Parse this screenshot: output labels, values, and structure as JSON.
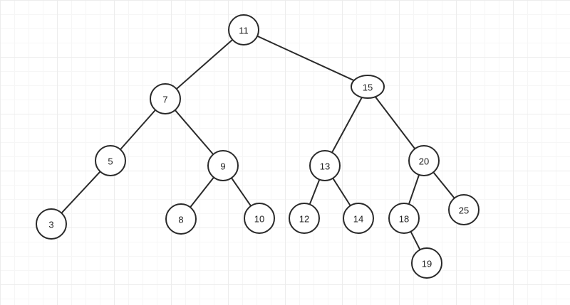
{
  "tree": {
    "nodes": [
      {
        "id": "n11",
        "label": "11"
      },
      {
        "id": "n7",
        "label": "7"
      },
      {
        "id": "n15",
        "label": "15"
      },
      {
        "id": "n5",
        "label": "5"
      },
      {
        "id": "n9",
        "label": "9"
      },
      {
        "id": "n13",
        "label": "13"
      },
      {
        "id": "n20",
        "label": "20"
      },
      {
        "id": "n3",
        "label": "3"
      },
      {
        "id": "n8",
        "label": "8"
      },
      {
        "id": "n10",
        "label": "10"
      },
      {
        "id": "n12",
        "label": "12"
      },
      {
        "id": "n14",
        "label": "14"
      },
      {
        "id": "n18",
        "label": "18"
      },
      {
        "id": "n25",
        "label": "25"
      },
      {
        "id": "n19",
        "label": "19"
      }
    ],
    "edges": [
      [
        "n11",
        "n7"
      ],
      [
        "n11",
        "n15"
      ],
      [
        "n7",
        "n5"
      ],
      [
        "n7",
        "n9"
      ],
      [
        "n15",
        "n13"
      ],
      [
        "n15",
        "n20"
      ],
      [
        "n5",
        "n3"
      ],
      [
        "n9",
        "n8"
      ],
      [
        "n9",
        "n10"
      ],
      [
        "n13",
        "n12"
      ],
      [
        "n13",
        "n14"
      ],
      [
        "n20",
        "n18"
      ],
      [
        "n20",
        "n25"
      ],
      [
        "n18",
        "n19"
      ]
    ]
  }
}
